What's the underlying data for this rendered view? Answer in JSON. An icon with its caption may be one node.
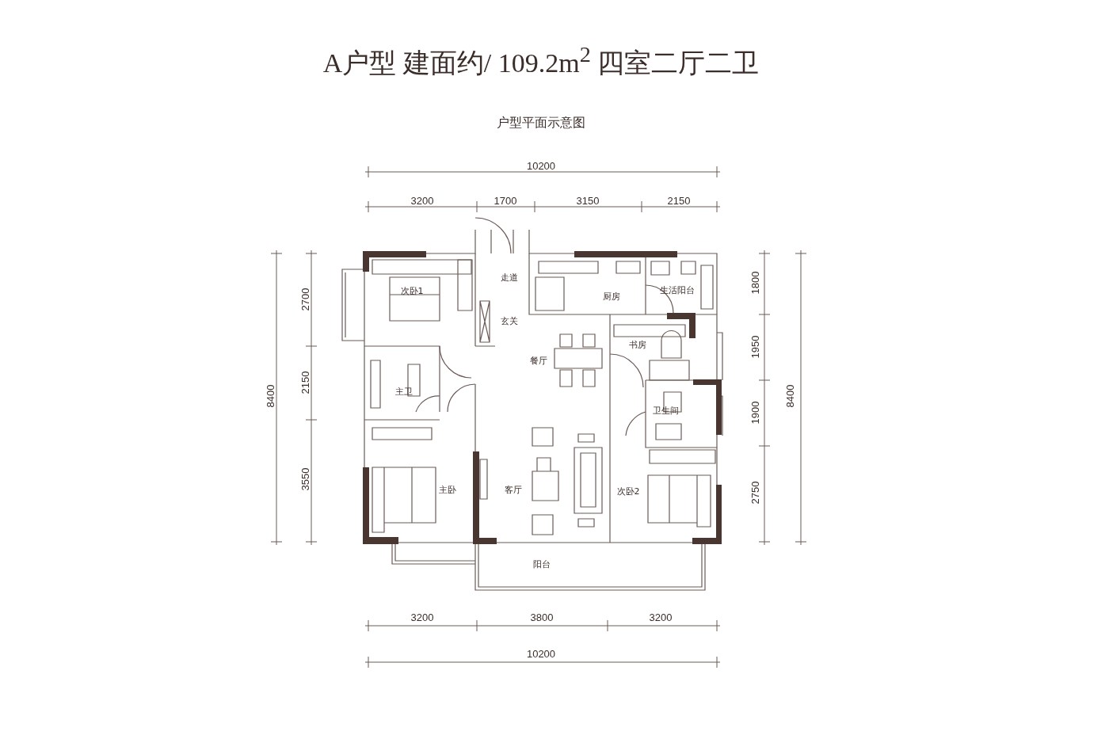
{
  "diagram": {
    "title": "A户型 建面约/ 109.2m$^{2}$ 四室二厅二卫",
    "caption": "户型平面示意图",
    "labels": [
      "10200",
      "3200",
      "1700",
      "3150",
      "2150",
      "8400",
      "2700",
      "2150",
      "3550",
      "1800",
      "1950",
      "1900",
      "2750",
      "8400",
      "次卧1",
      "走道",
      "厨房",
      "生活阳台",
      "玄关",
      "书房",
      "餐厅",
      "主卫",
      "卫生间",
      "主卧",
      "客厅",
      "次卧2",
      "阳台",
      "3200",
      "3800",
      "3200",
      "10200"
    ]
  }
}
